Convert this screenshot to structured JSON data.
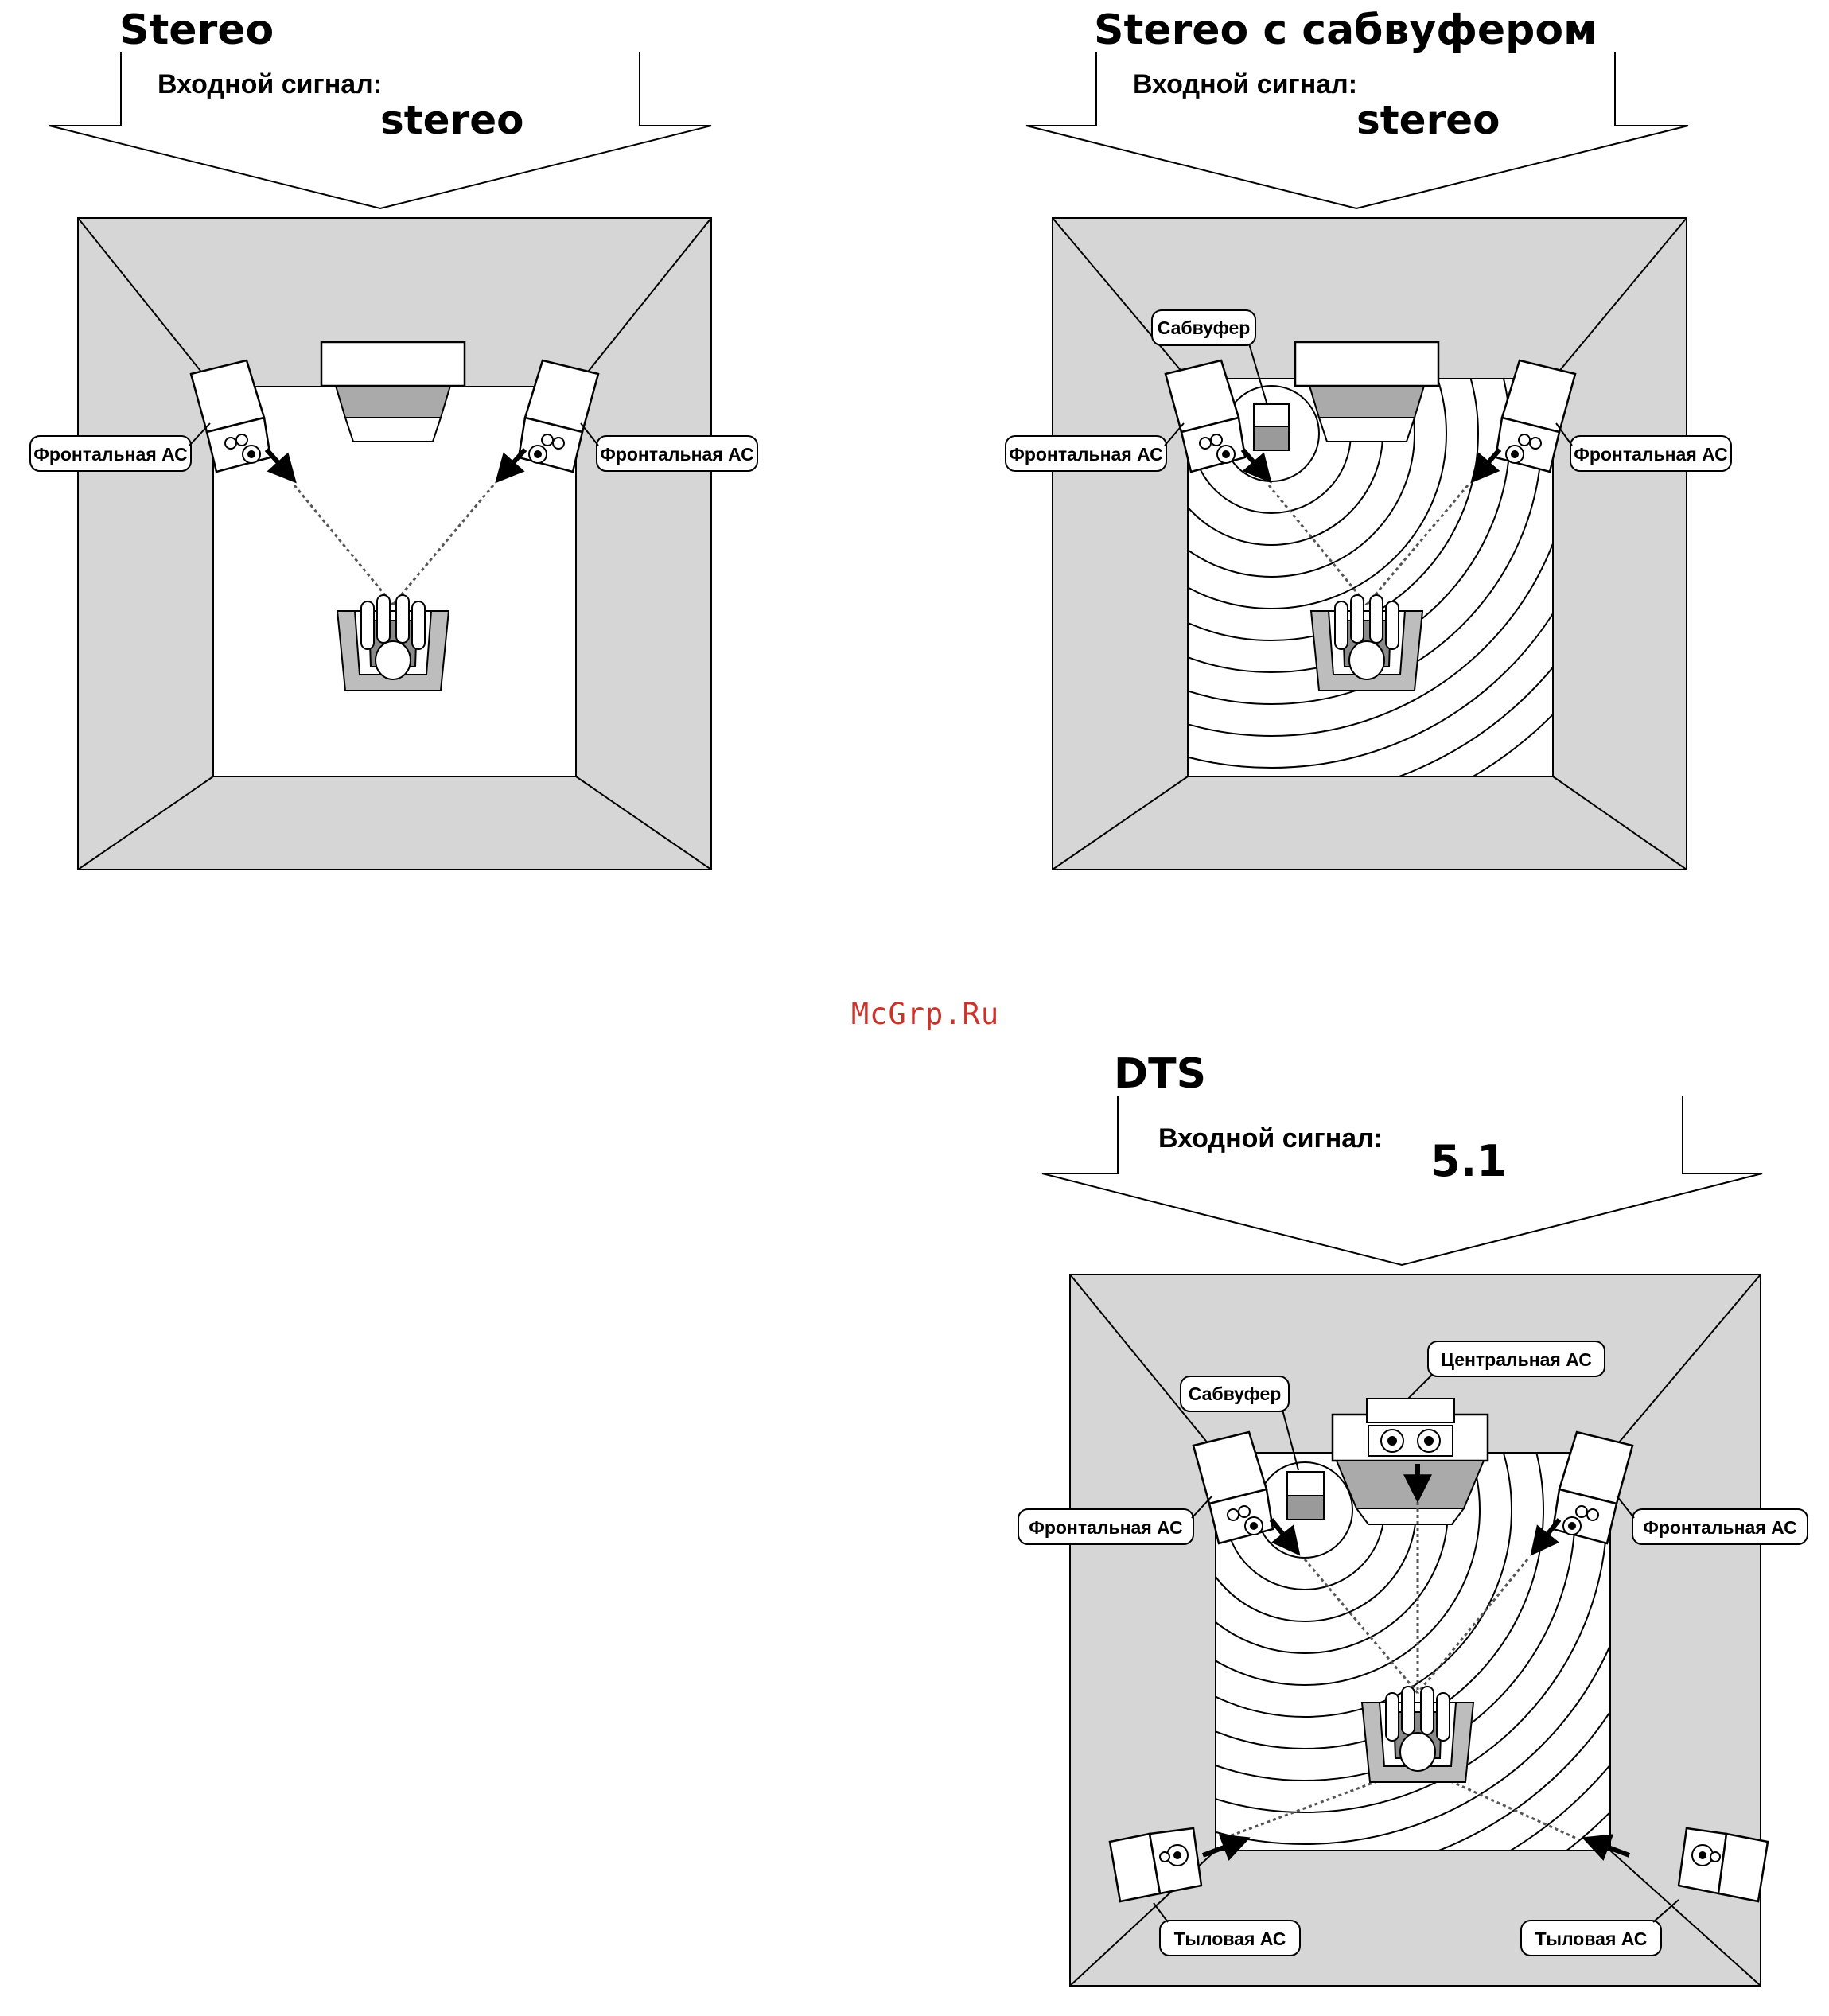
{
  "watermark": "McGrp.Ru",
  "panels": {
    "stereo": {
      "title": "Stereo",
      "input_label": "Входной сигнал:",
      "input_value": "stereo",
      "front_left": "Фронтальная АС",
      "front_right": "Фронтальная АС"
    },
    "stereo_sub": {
      "title": "Stereo с сабвуфером",
      "input_label": "Входной сигнал:",
      "input_value": "stereo",
      "subwoofer": "Сабвуфер",
      "front_left": "Фронтальная АС",
      "front_right": "Фронтальная АС"
    },
    "dts": {
      "title": "DTS",
      "input_label": "Входной сигнал:",
      "input_value": "5.1",
      "center": "Центральная АС",
      "subwoofer": "Сабвуфер",
      "front_left": "Фронтальная АС",
      "front_right": "Фронтальная АС",
      "rear_left": "Тыловая АС",
      "rear_right": "Тыловая АС"
    }
  }
}
